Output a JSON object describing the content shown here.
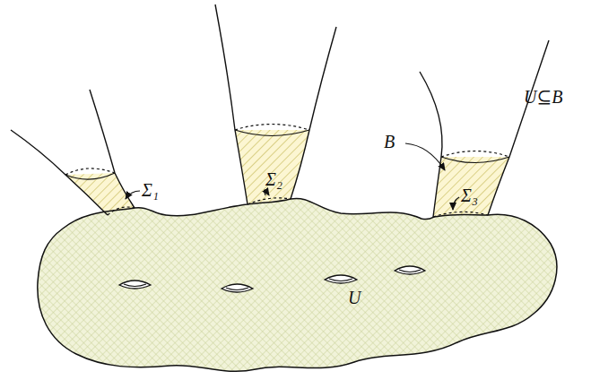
{
  "diagram": {
    "labels": [
      "Σ₁",
      "Σ₂",
      "Σ₃",
      "U",
      "B",
      "U⊆B"
    ]
  }
}
